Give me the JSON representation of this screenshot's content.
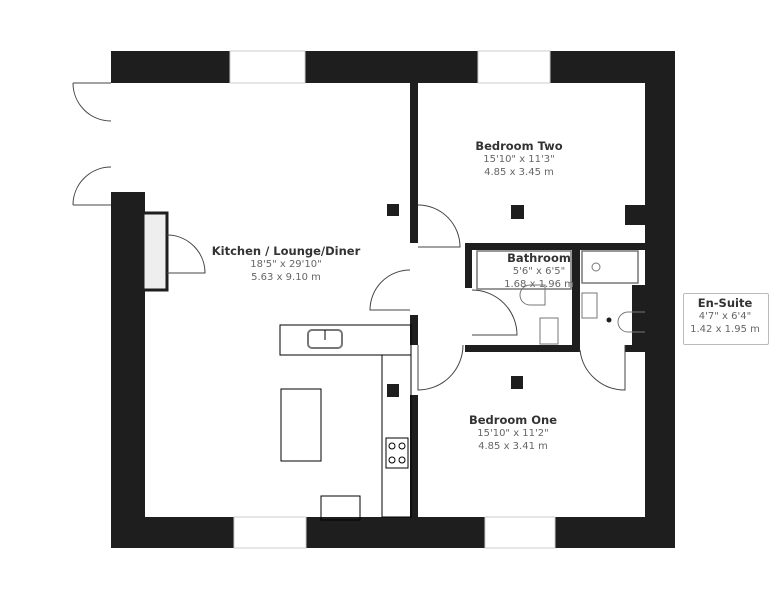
{
  "rooms": [
    {
      "name": "Kitchen / Lounge/Diner",
      "imperial": "18'5\" x 29'10\"",
      "metric": "5.63 x 9.10 m"
    },
    {
      "name": "Bedroom Two",
      "imperial": "15'10\" x 11'3\"",
      "metric": "4.85 x 3.45 m"
    },
    {
      "name": "Bathroom",
      "imperial": "5'6\" x 6'5\"",
      "metric": "1.68 x 1.96 m"
    },
    {
      "name": "En-Suite",
      "imperial": "4'7\" x 6'4\"",
      "metric": "1.42 x 1.95 m"
    },
    {
      "name": "Bedroom One",
      "imperial": "15'10\" x 11'2\"",
      "metric": "4.85 x 3.41 m"
    }
  ],
  "colors": {
    "wall": "#1e1e1e",
    "fixture_line": "#000000",
    "window_fill": "#eeeeee"
  }
}
